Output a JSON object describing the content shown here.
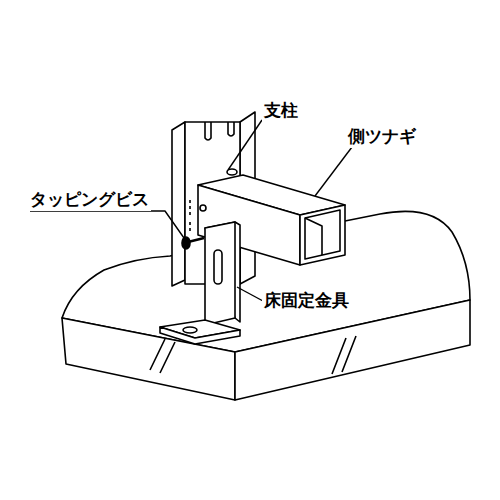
{
  "diagram": {
    "labels": [
      "支柱",
      "側ツナギ",
      "タッピングビス",
      "床固定金具"
    ]
  }
}
